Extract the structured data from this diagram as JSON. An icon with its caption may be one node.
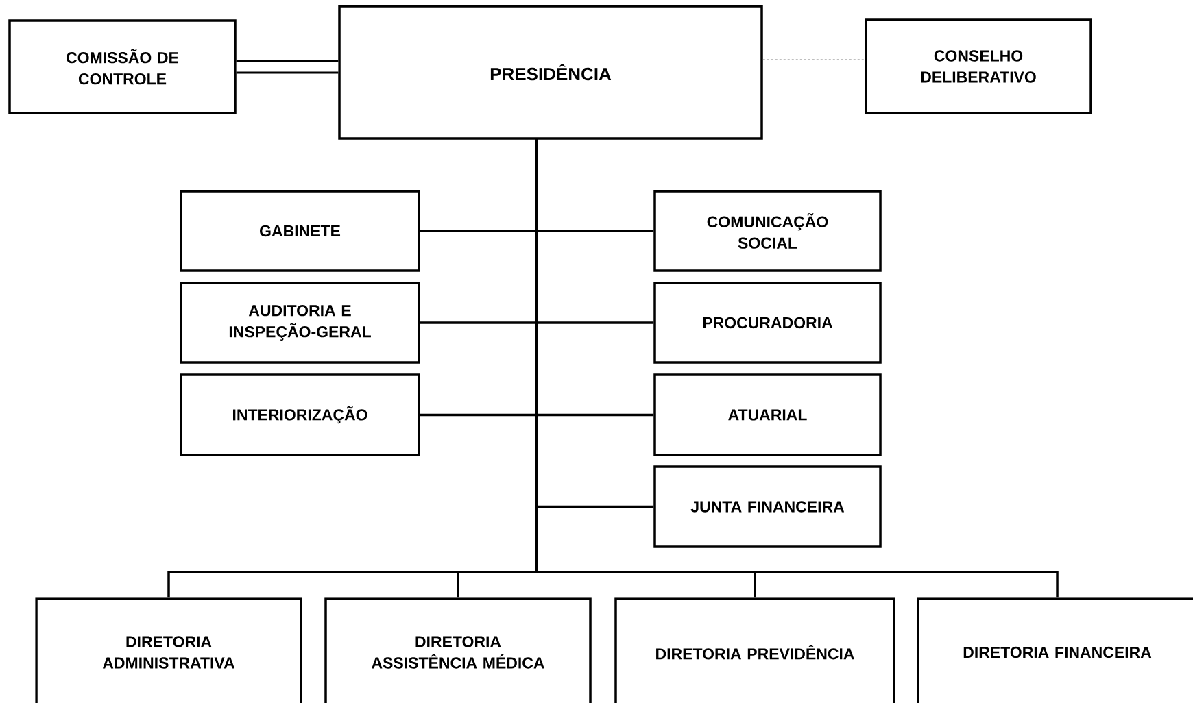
{
  "diagram": {
    "nodes": [
      {
        "text": [
          "COMISSÃO DE CONTROLE"
        ]
      },
      {
        "text": [
          "PRESIDÊNCIA"
        ]
      },
      {
        "text": [
          "CONSELHO DELIBERATIVO"
        ]
      },
      {
        "text": [
          "GABINETE"
        ]
      },
      {
        "text": [
          "COMUNICAÇÃO SOCIAL"
        ]
      },
      {
        "text": [
          "AUDITORIA E INSPEÇÃO-GERAL"
        ]
      },
      {
        "text": [
          "PROCURADORIA"
        ]
      },
      {
        "text": [
          "INTERIORIZAÇÃO"
        ]
      },
      {
        "text": [
          "ATUARIAL"
        ]
      },
      {
        "text": [
          "JUNTA FINANCEIRA"
        ]
      },
      {
        "text": [
          "DIRETORIA ADMINISTRATIVA"
        ]
      },
      {
        "text": [
          "DIRETORIA ASSISTÊNCIA MÉDICA"
        ]
      },
      {
        "text": [
          "DIRETORIA PREVIDÊNCIA"
        ]
      },
      {
        "text": [
          "DIRETORIA FINANCEIRA"
        ]
      }
    ],
    "edges": [
      {
        "from": 0,
        "to": 1,
        "arrow": "none",
        "style": "thick"
      },
      {
        "from": 1,
        "to": 2,
        "arrow": "none",
        "style": "dashed",
        "color": "#808080"
      },
      {
        "from": 1,
        "to": 3,
        "arrow": "none"
      },
      {
        "from": 1,
        "to": 4,
        "arrow": "none"
      },
      {
        "from": 1,
        "to": 5,
        "arrow": "none"
      },
      {
        "from": 1,
        "to": 6,
        "arrow": "none"
      },
      {
        "from": 1,
        "to": 7,
        "arrow": "none"
      },
      {
        "from": 1,
        "to": 8,
        "arrow": "none"
      },
      {
        "from": 1,
        "to": 9,
        "arrow": "none"
      },
      {
        "from": 1,
        "to": 10,
        "arrow": "none"
      },
      {
        "from": 1,
        "to": 11,
        "arrow": "none"
      },
      {
        "from": 1,
        "to": 12,
        "arrow": "none"
      },
      {
        "from": 1,
        "to": 13,
        "arrow": "none"
      }
    ]
  }
}
